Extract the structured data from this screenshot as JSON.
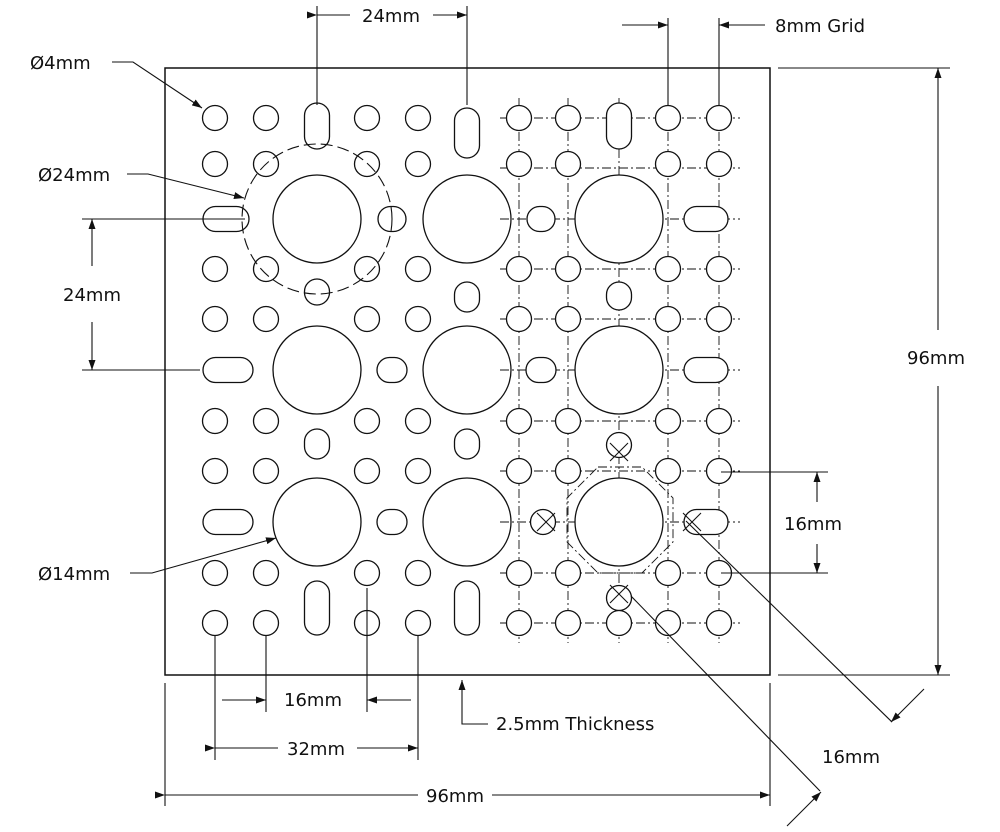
{
  "labels": {
    "top_pitch": "24mm",
    "grid": "8mm Grid",
    "hole_small": "Ø4mm",
    "hole_bolt_circle": "Ø24mm",
    "left_pitch": "24mm",
    "height": "96mm",
    "right_spacing": "16mm",
    "hole_large": "Ø14mm",
    "bottom_spacing": "16mm",
    "thickness": "2.5mm Thickness",
    "diag_spacing": "16mm",
    "bottom_span": "32mm",
    "width": "96mm"
  }
}
